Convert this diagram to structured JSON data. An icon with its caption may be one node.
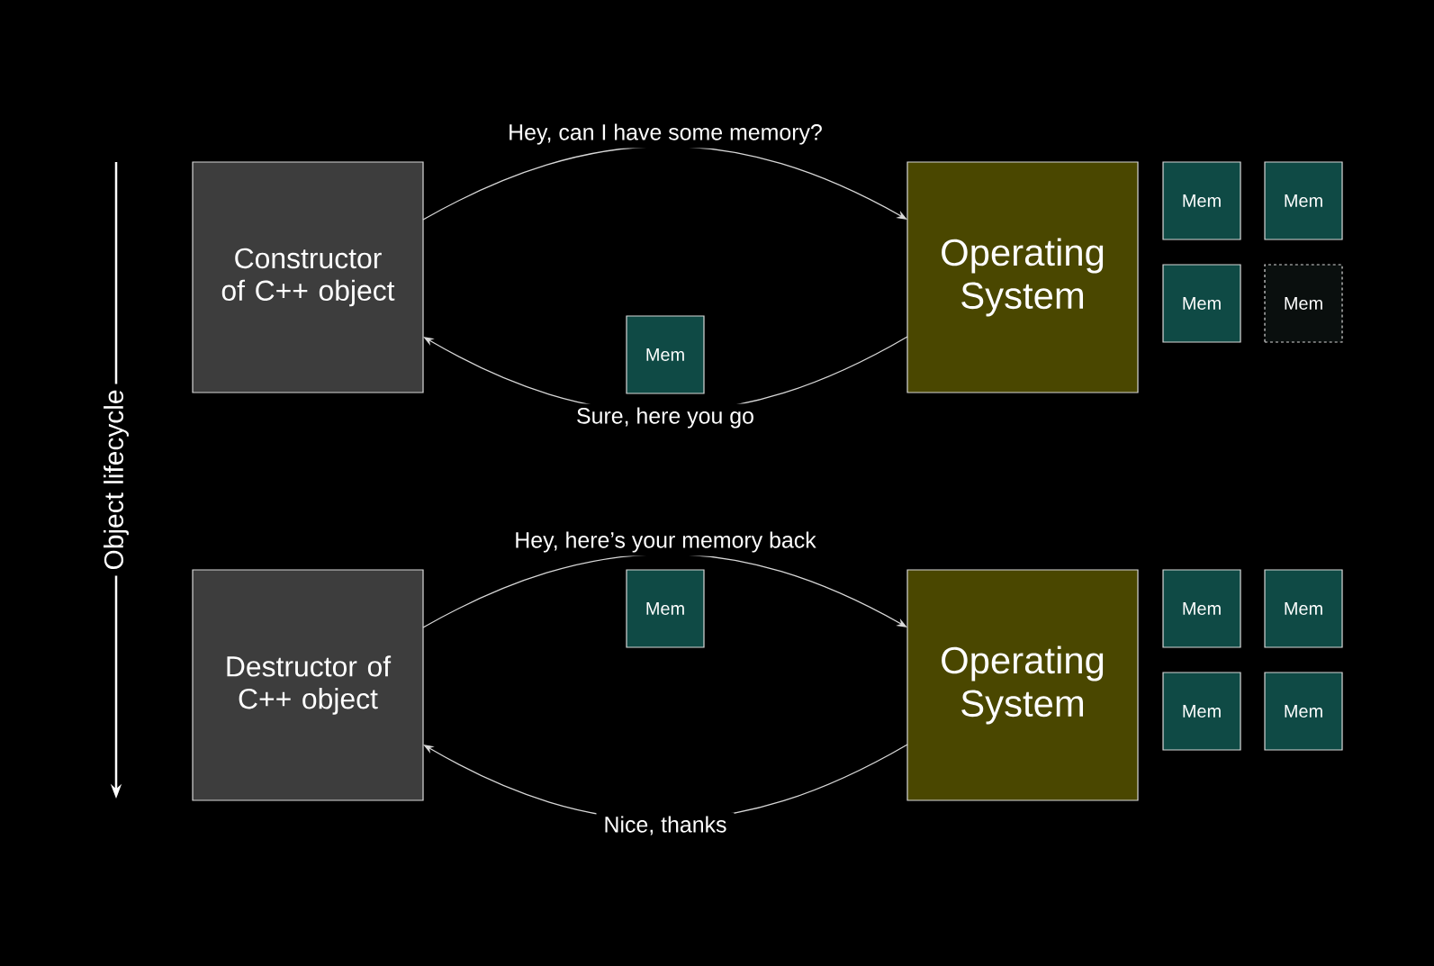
{
  "diagram": {
    "nodes": [
      {
        "text": [
          "Constructor of C++ object"
        ]
      },
      {
        "text": [
          "Operating System"
        ]
      },
      {
        "text": [
          "Mem"
        ]
      },
      {
        "text": [
          "Mem"
        ]
      },
      {
        "text": [
          "Mem"
        ]
      },
      {
        "text": [
          "Mem"
        ]
      },
      {
        "text": [
          "Mem"
        ]
      },
      {
        "text": [
          "Destructor of C++ object"
        ]
      },
      {
        "text": [
          "Operating System"
        ]
      },
      {
        "text": [
          "Mem"
        ]
      },
      {
        "text": [
          "Mem"
        ]
      },
      {
        "text": [
          "Mem"
        ]
      },
      {
        "text": [
          "Mem"
        ]
      },
      {
        "text": [
          "Mem"
        ]
      }
    ],
    "edges": [
      {
        "from": 0,
        "to": 1,
        "arrow": "to",
        "label": "Hey, can I have some memory?"
      },
      {
        "from": 1,
        "to": 0,
        "arrow": "to",
        "label": "Sure, here you go"
      },
      {
        "from": 7,
        "to": 8,
        "arrow": "to",
        "label": "Hey, here’s your memory back"
      },
      {
        "from": 8,
        "to": 7,
        "arrow": "to",
        "label": "Nice, thanks"
      }
    ],
    "labels": [
      "Object lifecycle"
    ]
  }
}
